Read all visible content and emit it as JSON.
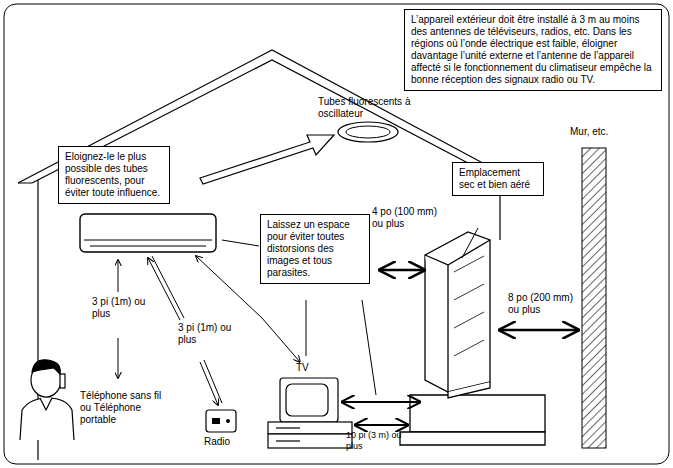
{
  "diagram": {
    "nodes": [
      {
        "text": [
          "L’appareil extérieur doit être installé à 3 m au moins des antennes de téléviseurs, radios, etc. Dans les régions où l’onde électrique est faible, éloigner davantage l’unité externe et l’antenne de l’appareil affecté si le fonctionnement du climatiseur empêche la bonne réception des signaux radio ou TV."
        ]
      },
      {
        "text": [
          "Eloignez-le le plus possible des tubes fluorescents, pour éviter toute influence."
        ]
      },
      {
        "text": [
          "Laissez un espace pour éviter toutes distorsions des images et tous parasites."
        ]
      },
      {
        "text": [
          "Emplacement sec et bien aéré"
        ]
      }
    ],
    "labels": [
      "Tubes fluorescents à oscillateur",
      "Mur, etc.",
      "3 pi (1m) ou plus",
      "3 pi (1m) ou plus",
      "4 po (100 mm) ou plus",
      "TV",
      "8 po (200 mm) ou plus",
      "Téléphone sans fil ou Téléphone portable",
      "Radio",
      "10 pi (3 m) ou plus"
    ]
  }
}
